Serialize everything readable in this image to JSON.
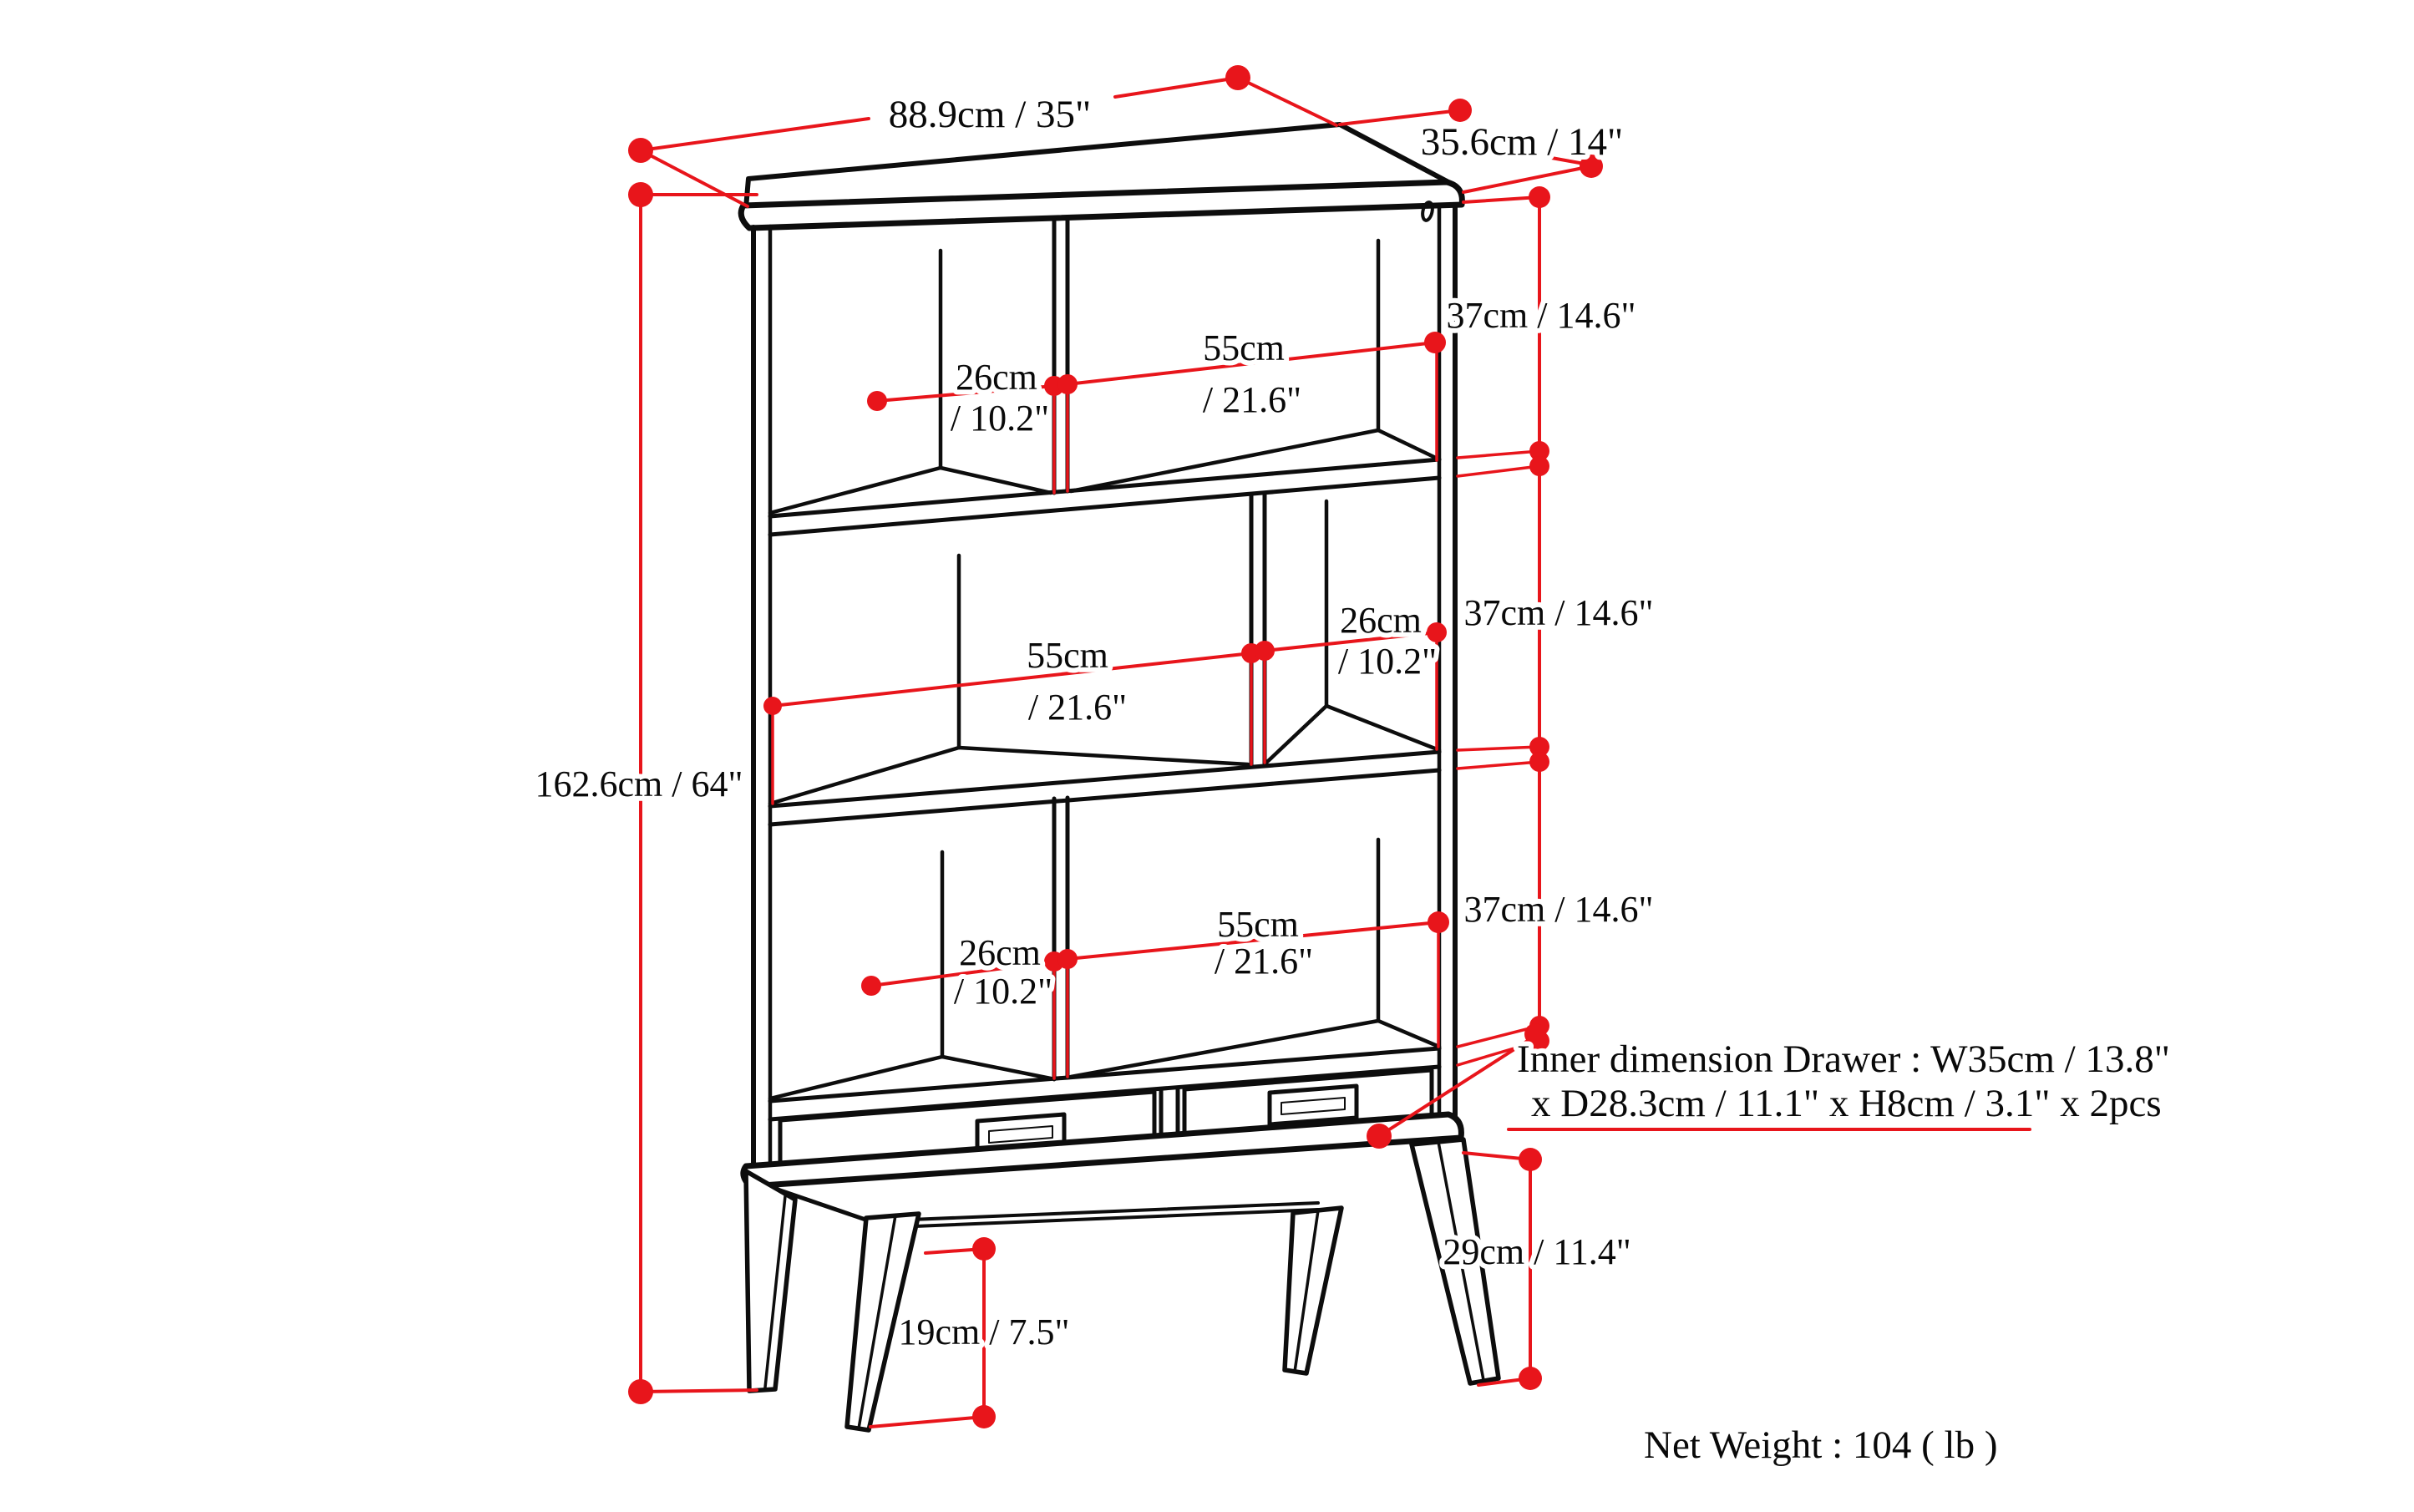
{
  "diagram": {
    "type": "furniture-dimension-drawing",
    "subject": "mid-century bookcase with three shelf rows, cubby dividers, two drawers and splayed legs",
    "colors": {
      "dimension_red": "#e8151b",
      "line_black": "#0d0d0d",
      "background": "#ffffff"
    },
    "overall": {
      "width": "88.9cm / 35\"",
      "depth": "35.6cm / 14\"",
      "height": "162.6cm / 64\""
    },
    "shelf_heights": [
      "37cm / 14.6\"",
      "37cm / 14.6\"",
      "37cm / 14.6\""
    ],
    "cubbies": {
      "row1_small": [
        "26cm",
        "/ 10.2\""
      ],
      "row1_large": [
        "55cm",
        "/ 21.6\""
      ],
      "row2_large": [
        "55cm",
        "/ 21.6\""
      ],
      "row2_small": [
        "26cm",
        "/ 10.2\""
      ],
      "row3_small": [
        "26cm",
        "/ 10.2\""
      ],
      "row3_large": [
        "55cm",
        "/ 21.6\""
      ]
    },
    "base_height": "29cm / 11.4\"",
    "leg_height": "19cm / 7.5\"",
    "drawer_note": {
      "line1": "Inner dimension Drawer : W35cm / 13.8\"",
      "line2": "x D28.3cm / 11.1\" x H8cm / 3.1\" x 2pcs"
    },
    "net_weight": "Net Weight : 104 ( lb )"
  }
}
